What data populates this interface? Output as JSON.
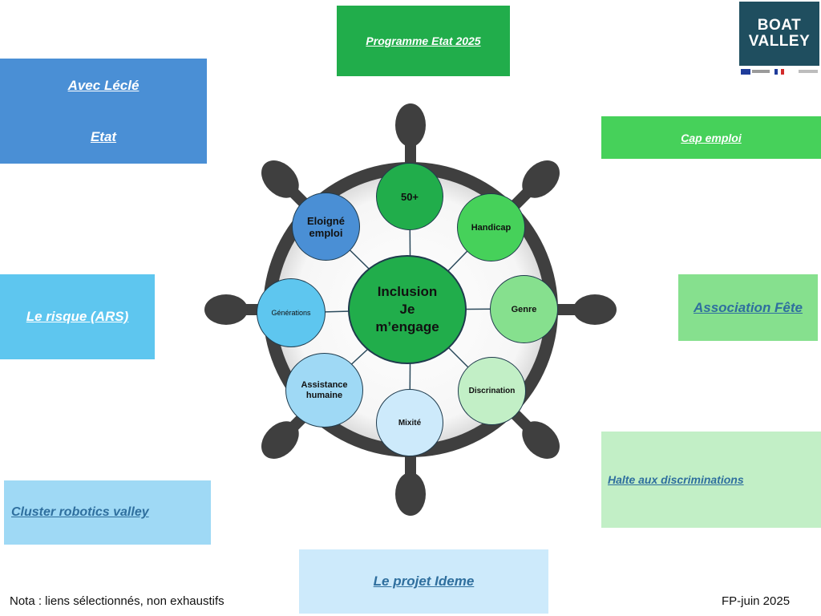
{
  "center": {
    "line1": "Inclusion",
    "line2": "Je",
    "line3": "m’engage"
  },
  "nodes": [
    {
      "label": "50+",
      "color": "#21ad4b"
    },
    {
      "label": "Handicap",
      "color": "#46d15a"
    },
    {
      "label": "Genre",
      "color": "#86e08e"
    },
    {
      "label": "Discrination",
      "color": "#c2efc6"
    },
    {
      "label": "Mixité",
      "color": "#cdeafb"
    },
    {
      "label": "Assistance humaine",
      "color": "#9fd9f5"
    },
    {
      "label": "Générations",
      "color": "#5ec6ef"
    },
    {
      "label": "Eloigné emploi",
      "color": "#4a8fd5"
    }
  ],
  "links": {
    "programme": "Programme Etat 2025",
    "avec_lecle": "Avec Léclé",
    "etat": "Etat",
    "cap_emploi": "Cap emploi",
    "risque": "Le risque (ARS)",
    "association": "Association Fête",
    "halte": "Halte aux discriminations",
    "cluster": "Cluster robotics valley",
    "ideme": "Le projet Ideme"
  },
  "logo": {
    "line1": "BOAT",
    "line2": "VALLEY"
  },
  "footer": {
    "note": "Nota : liens sélectionnés, non exhaustifs",
    "date": "FP-juin 2025"
  },
  "colors": {
    "wheel": "#3f3f3f",
    "center": "#21ad4b",
    "box_programme": "#21ad4b",
    "box_lecle": "#4a8fd5",
    "box_cap": "#46d15a",
    "box_risque": "#5ec6ef",
    "box_association": "#86e08e",
    "box_halte": "#c2efc6",
    "box_cluster": "#9fd9f5",
    "box_ideme": "#cdeafb"
  }
}
